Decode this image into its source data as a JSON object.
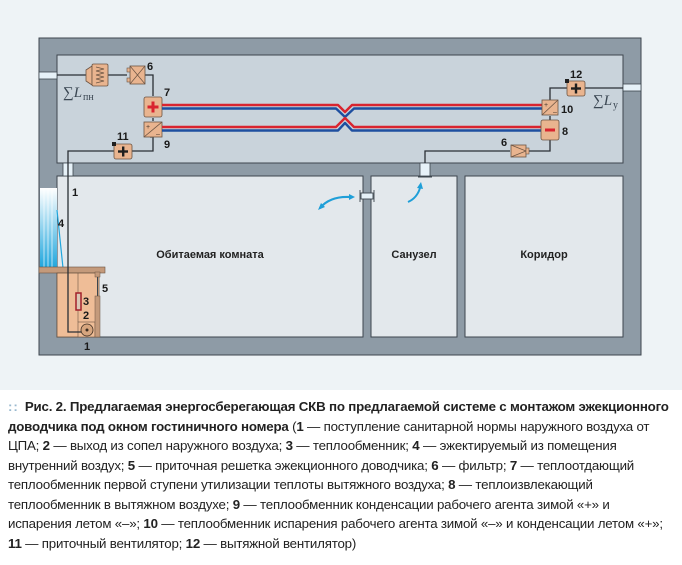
{
  "figure": {
    "rooms": {
      "living": "Обитаемая комната",
      "bathroom": "Санузел",
      "corridor": "Коридор"
    },
    "sum_supply": {
      "symbol": "∑L",
      "subscript": "пн"
    },
    "sum_exhaust": {
      "symbol": "∑L",
      "subscript": "у"
    },
    "markers": {
      "m1_top": "1",
      "m1_bottom": "1",
      "m2": "2",
      "m3": "3",
      "m4": "4",
      "m5": "5",
      "m6_left": "6",
      "m6_right": "6",
      "m7": "7",
      "m8": "8",
      "m9": "9",
      "m10": "10",
      "m11": "11",
      "m12": "12"
    },
    "colors": {
      "background": "#eef3f6",
      "wall": "#8e9ba6",
      "ceiling_space": "#c9d3db",
      "room": "#e3e8ec",
      "component": "#e9b48f",
      "hot_line": "#d9242f",
      "cold_line": "#1e4fa0",
      "air_flow": "#1f9fd8"
    }
  },
  "caption": {
    "bullet": "::",
    "fig_label": "Рис. 2.",
    "title": " Предлагаемая энергосберегающая СКВ по предлагаемой системе с монтажом эжекционного доводчика под окном гостиничного номера",
    "open": " (",
    "items": [
      {
        "num": "1",
        "text": " — поступление санитарной нормы наружного воздуха от ЦПА; "
      },
      {
        "num": "2",
        "text": " — выход из сопел наружного воздуха; "
      },
      {
        "num": "3",
        "text": " — теплообменник; "
      },
      {
        "num": "4",
        "text": " — эжектируемый из помещения внутренний воздух; "
      },
      {
        "num": "5",
        "text": " — приточная решетка эжекционного доводчика; "
      },
      {
        "num": "6",
        "text": " — фильтр; "
      },
      {
        "num": "7",
        "text": " — теплоотдающий теплообменник первой ступени утилизации теплоты вытяжного воздуха; "
      },
      {
        "num": "8",
        "text": " — теплоизвлекающий теплообменник в вытяжном воздухе; "
      },
      {
        "num": "9",
        "text": " — теплообменник конденсации рабочего агента зимой «+» и испарения летом «–»; "
      },
      {
        "num": "10",
        "text": " — теплообменник испарения рабочего агента зимой «–» и конденсации летом «+»; "
      },
      {
        "num": "11",
        "text": " — приточный вентилятор; "
      },
      {
        "num": "12",
        "text": " — вытяжной вентилятор)"
      }
    ]
  }
}
